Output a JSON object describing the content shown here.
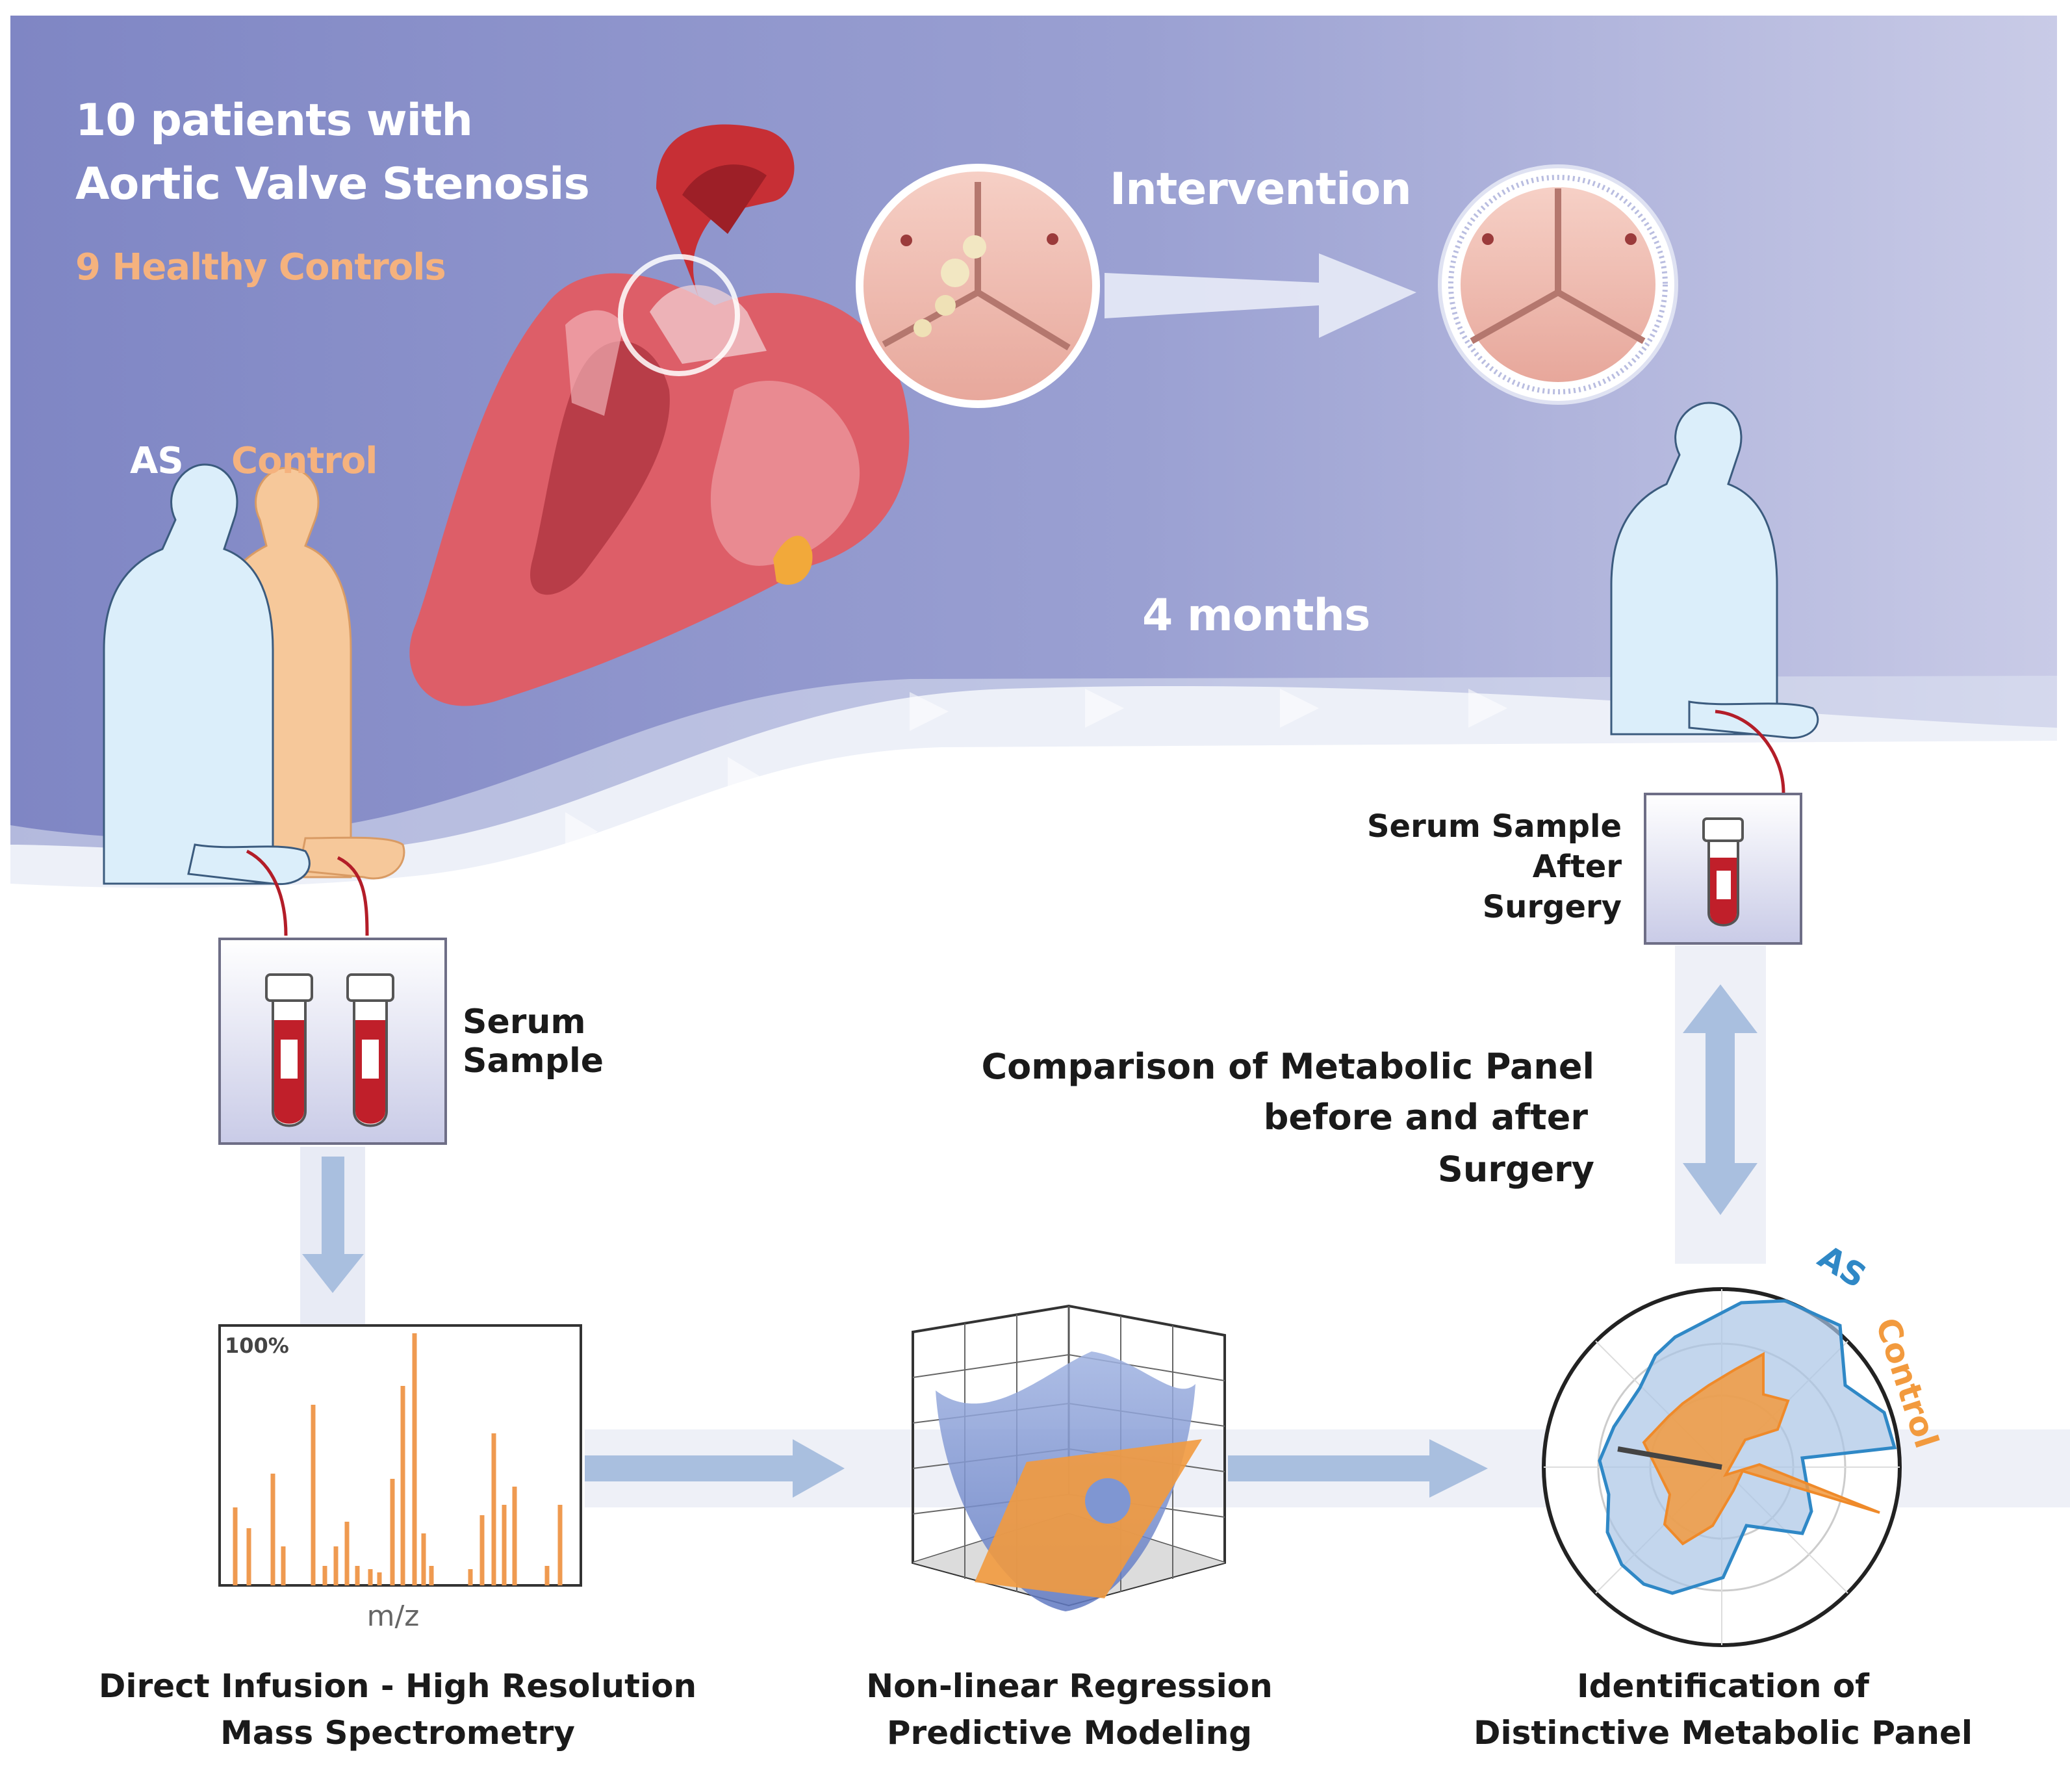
{
  "study": {
    "patients": "10 patients with",
    "condition": "Aortic Valve Stenosis",
    "controls": "9 Healthy Controls"
  },
  "legend": {
    "as": "AS",
    "control": "Control"
  },
  "timeline": {
    "intervention": "Intervention",
    "duration": "4 months"
  },
  "samples": {
    "before_line1": "Serum",
    "before_line2": "Sample",
    "after_line1": "Serum Sample",
    "after_line2": "After",
    "after_line3": "Surgery"
  },
  "comparison": {
    "line1": "Comparison of Metabolic Panel",
    "line2": "before and after",
    "line3": "Surgery"
  },
  "spectrum": {
    "max_label": "100%",
    "xlabel": "m/z"
  },
  "steps": {
    "ms_line1": "Direct Infusion - High Resolution",
    "ms_line2": "Mass Spectrometry",
    "model_line1": "Non-linear Regression",
    "model_line2": "Predictive Modeling",
    "panel_line1": "Identification of",
    "panel_line2": "Distinctive Metabolic Panel"
  },
  "radar": {
    "as_label": "AS",
    "control_label": "Control"
  },
  "colors": {
    "band_left": "#8188c6",
    "band_right": "#c6c9e6",
    "as_blue": "#2f88c6",
    "control_orange": "#f29a3e",
    "blood": "#c01f2a",
    "arrow": "#a9bfdf"
  }
}
